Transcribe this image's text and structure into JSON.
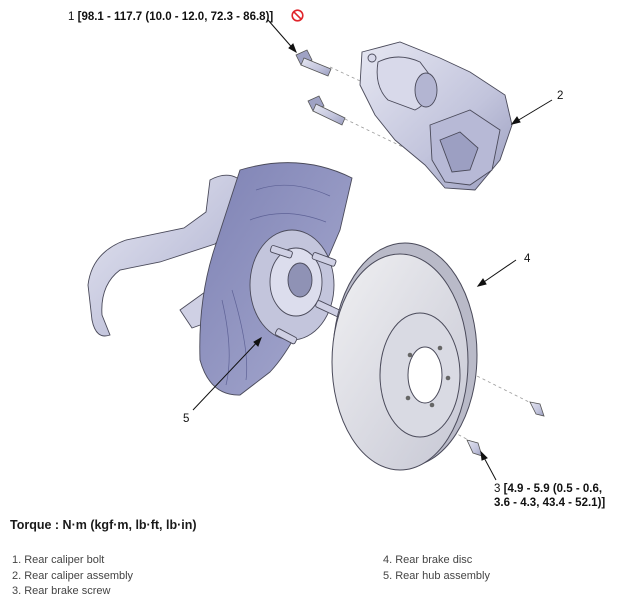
{
  "callouts": {
    "c1": {
      "num": "1",
      "spec": "[98.1 - 117.7 (10.0 - 12.0, 72.3 - 86.8)]"
    },
    "c2": {
      "num": "2"
    },
    "c3": {
      "num": "3",
      "spec_line1": "[4.9 - 5.9 (0.5 - 0.6,",
      "spec_line2": "3.6 - 4.3, 43.4 - 52.1)]"
    },
    "c4": {
      "num": "4"
    },
    "c5": {
      "num": "5"
    }
  },
  "torque_title": "Torque : N·m (kgf·m, lb·ft, lb·in)",
  "legend": {
    "left": [
      "1. Rear caliper bolt",
      "2. Rear caliper assembly",
      "3. Rear brake screw"
    ],
    "right": [
      "4. Rear brake disc",
      "5. Rear hub assembly"
    ]
  },
  "icons": {
    "no_reuse": "no-reuse-icon"
  },
  "colors": {
    "part_fill": "#c9cbe0",
    "part_dark": "#8f92b5",
    "no_reuse": "#e0252b",
    "accent_orange": "#f08a1c"
  }
}
